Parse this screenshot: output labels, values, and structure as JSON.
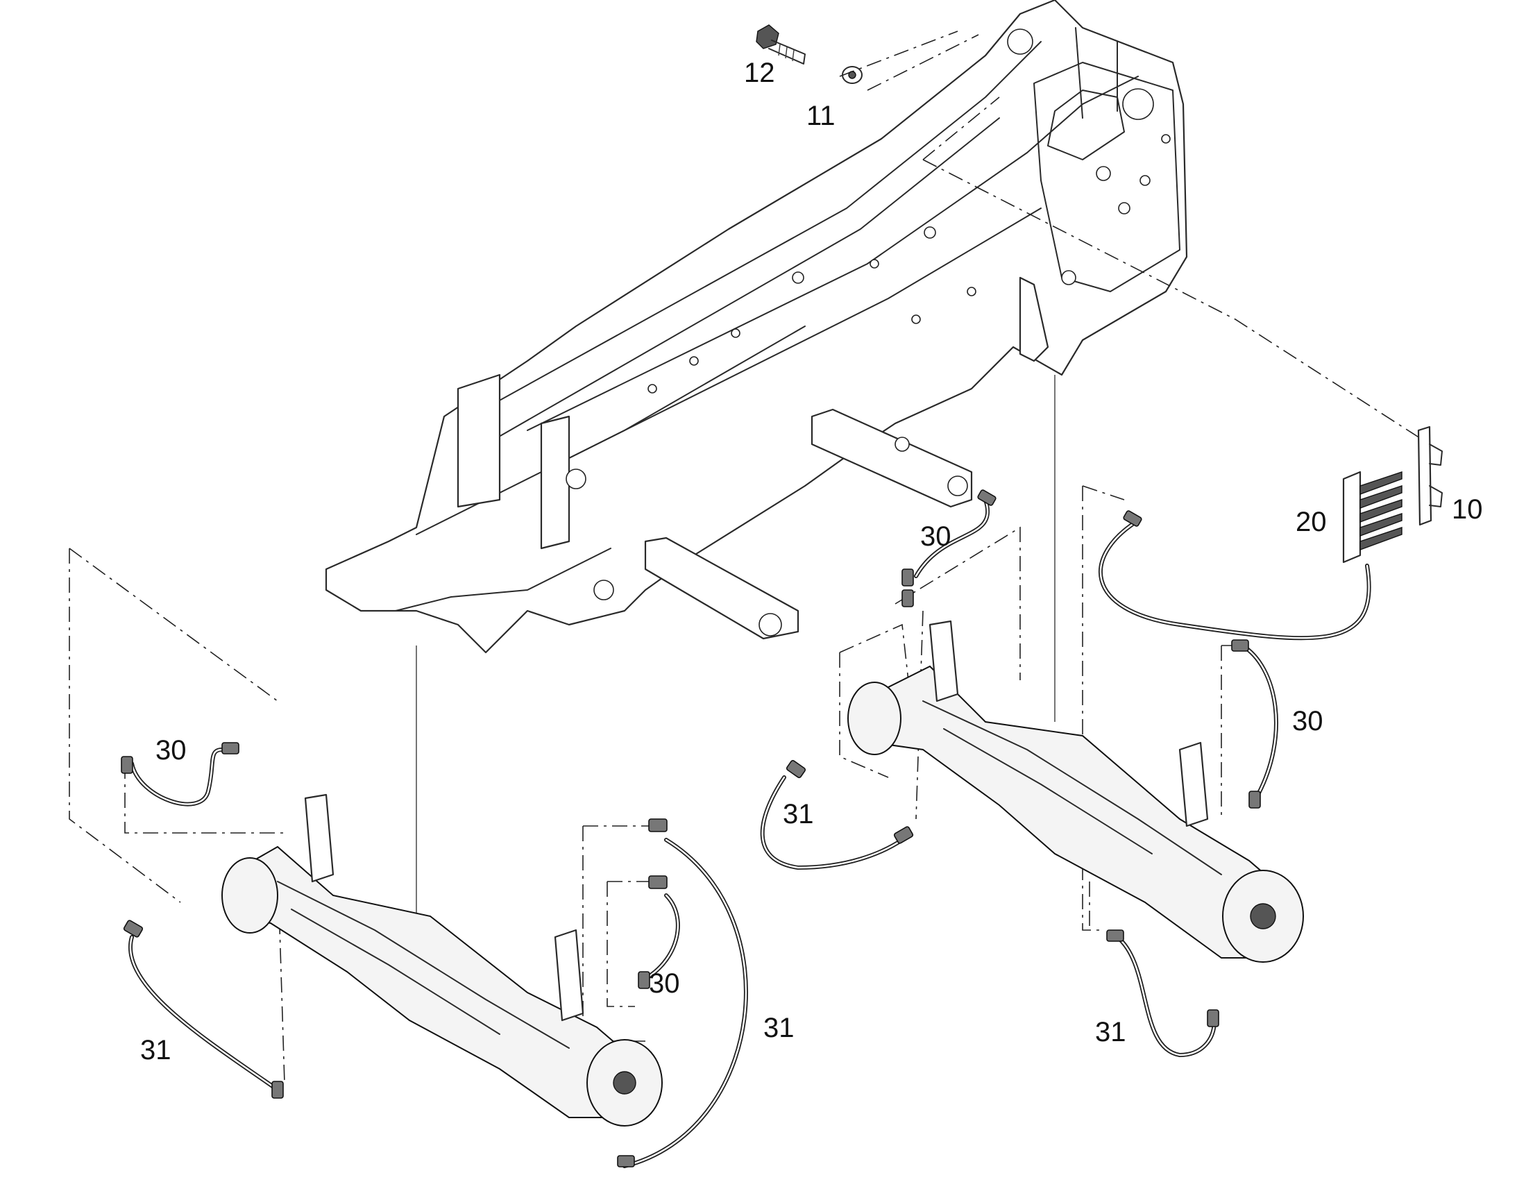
{
  "callouts": {
    "c12": "12",
    "c11": "11",
    "c10": "10",
    "c20": "20",
    "c30_upper": "30",
    "c30_right": "30",
    "c31_mid": "31",
    "c31_bottom_right": "31",
    "c30_left": "30",
    "c31_left": "31",
    "c30_lower_mid": "30",
    "c31_lower_mid": "31"
  },
  "colors": {
    "line": "#2a2a2a",
    "background": "#ffffff"
  }
}
